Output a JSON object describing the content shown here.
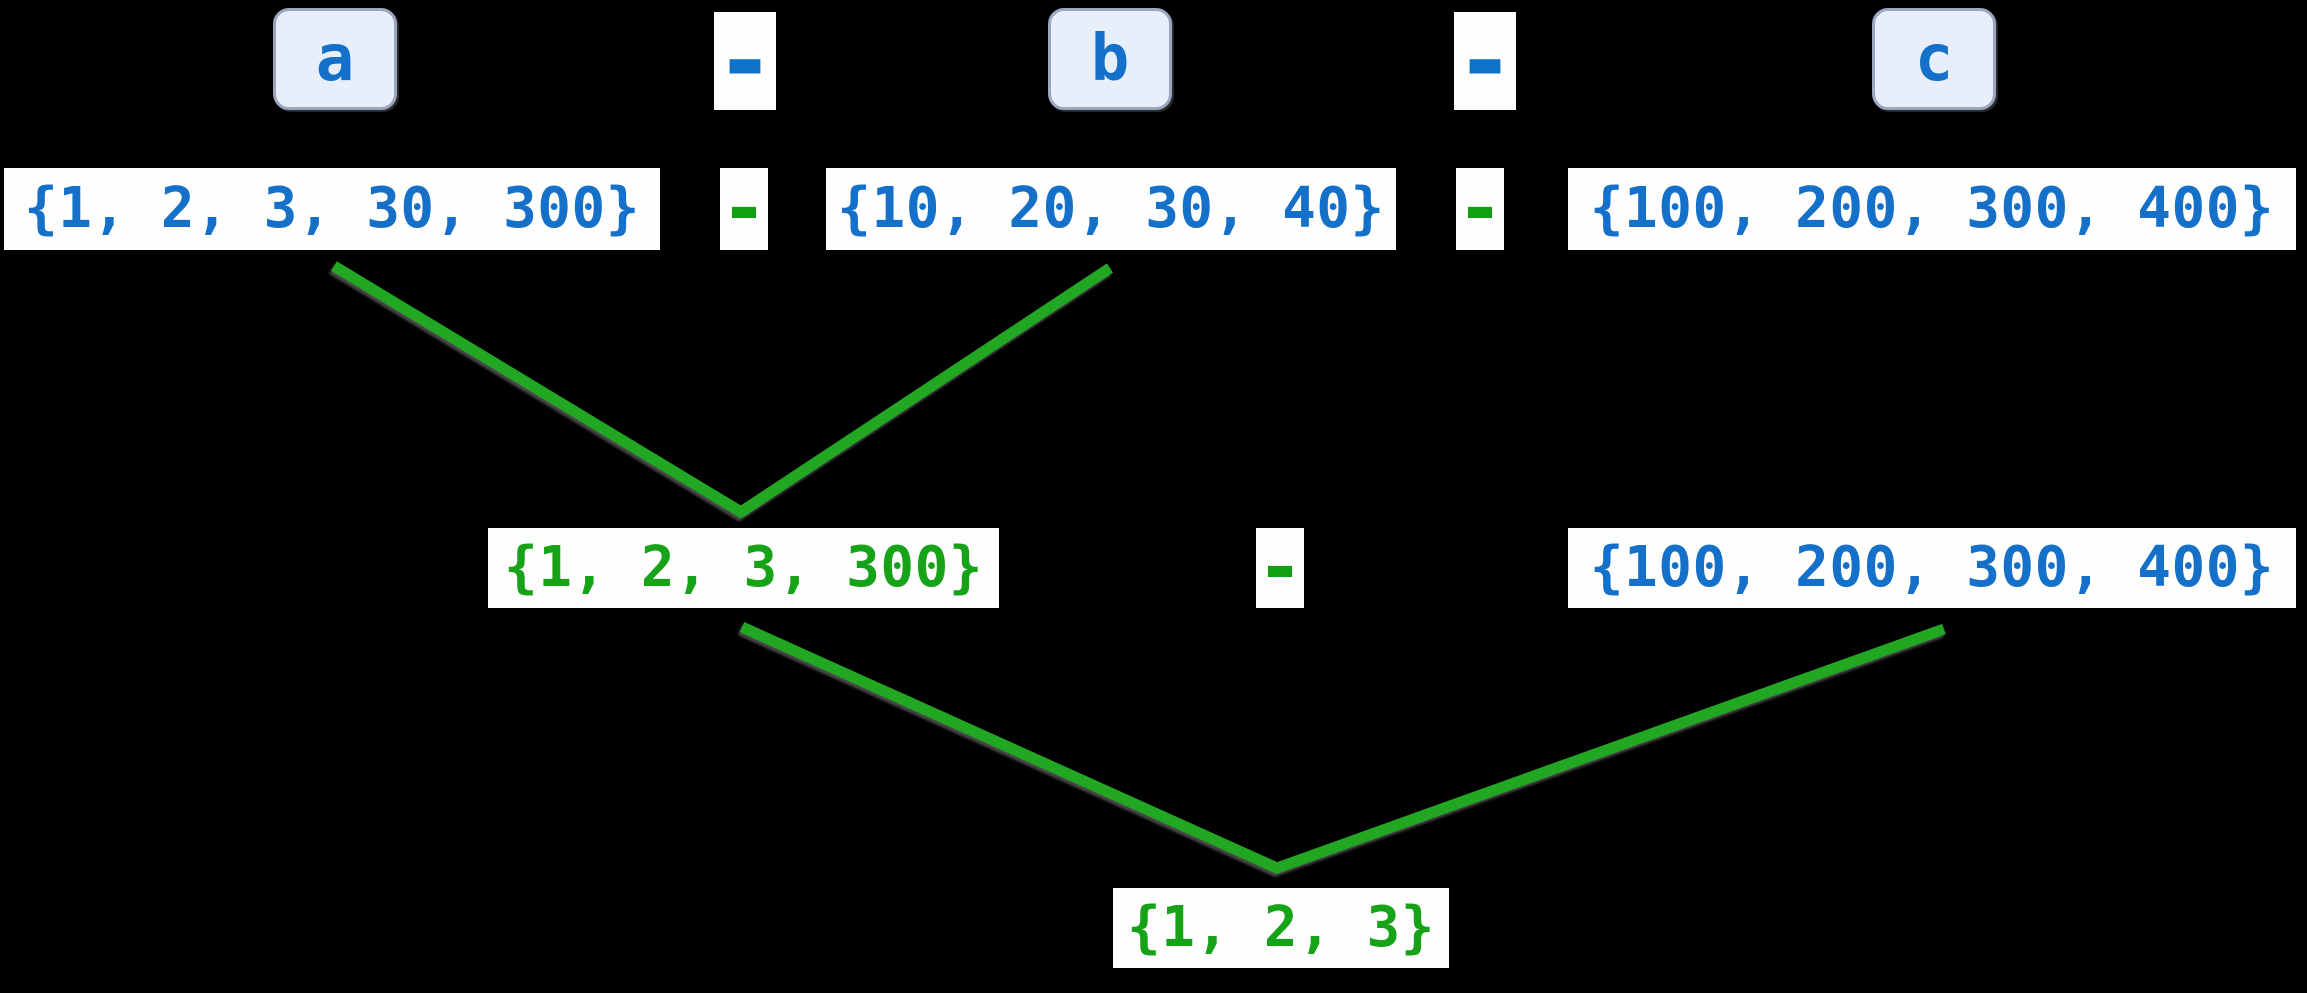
{
  "colors": {
    "background": "#000000",
    "blue_text": "#1470c8",
    "green_text": "#17a317",
    "line_green": "#23a723",
    "variable_box_fill": "#e8effb",
    "variable_box_border": "#9ba6bf",
    "value_box_fill": "#fefefe"
  },
  "top_row": {
    "var_a": "a",
    "operator_ab": "-",
    "var_b": "b",
    "operator_bc": "-",
    "var_c": "c"
  },
  "operand_row": {
    "set_a": "{1, 2, 3, 30, 300}",
    "operator_ab": "-",
    "set_b": "{10, 20, 30, 40}",
    "operator_bc": "-",
    "set_c": "{100, 200, 300, 400}"
  },
  "intermediate_row": {
    "result_a_minus_b": "{1, 2, 3, 300}",
    "operator": "-",
    "set_c": "{100, 200, 300, 400}"
  },
  "final_row": {
    "result_a_minus_b_minus_c": "{1, 2, 3}"
  }
}
